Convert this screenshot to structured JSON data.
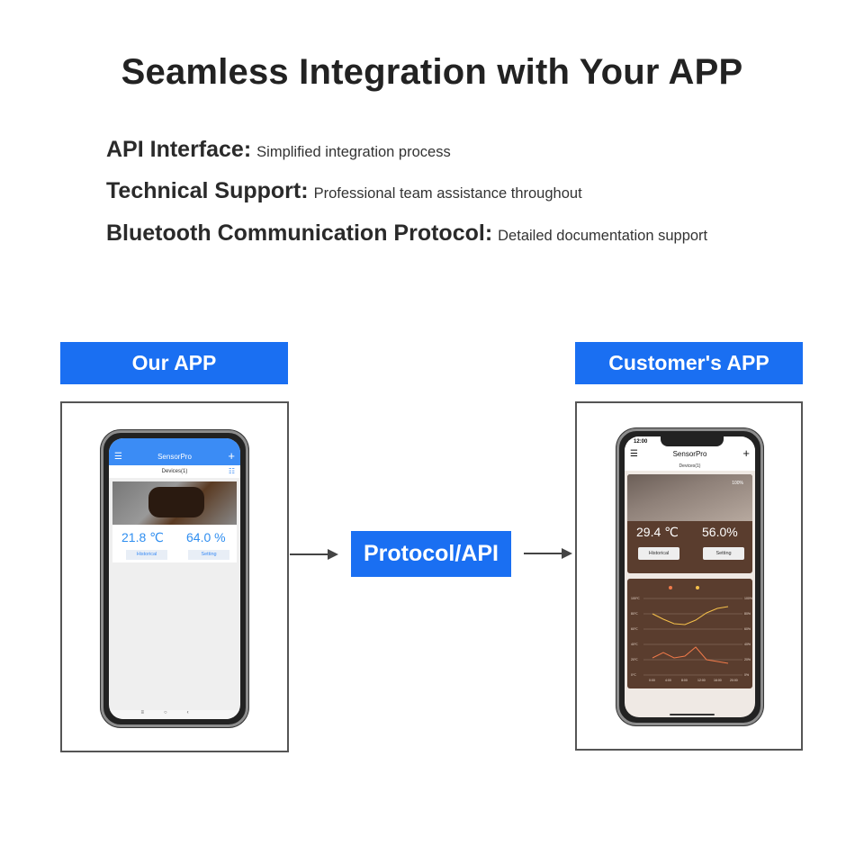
{
  "title": "Seamless Integration with Your APP",
  "features": [
    {
      "key": "API Interface:",
      "value": "Simplified integration process"
    },
    {
      "key": "Technical Support:",
      "value": "Professional team assistance throughout"
    },
    {
      "key": "Bluetooth Communication Protocol:",
      "value": "Detailed documentation support"
    }
  ],
  "labels": {
    "our_app": "Our APP",
    "customer_app": "Customer's APP",
    "protocol": "Protocol/API"
  },
  "our_app_screen": {
    "app_name": "SensorPro",
    "devices_label": "Devices(1)",
    "temperature": "21.8 ℃",
    "humidity": "64.0 %",
    "historical_button": "Historical",
    "setting_button": "Setting"
  },
  "customer_app_screen": {
    "time": "12:00",
    "app_name": "SensorPro",
    "devices_label": "Devices(1)",
    "battery": "100%",
    "temperature": "29.4 ℃",
    "humidity": "56.0%",
    "historical_button": "Historical",
    "setting_button": "Setting",
    "chart_x_ticks": [
      "0:00",
      "4:00",
      "8:00",
      "12:00",
      "16:00",
      "20:00"
    ],
    "chart_y_left": [
      "100℃",
      "80℃",
      "60℃",
      "40℃",
      "20℃",
      "0℃"
    ],
    "chart_y_right": [
      "100%",
      "80%",
      "60%",
      "40%",
      "20%",
      "0%"
    ]
  },
  "colors": {
    "accent_blue": "#1a6ff2",
    "our_app_blue": "#3b8cf5",
    "customer_brown": "#5a3d2e",
    "humidity_line": "#f5c04a",
    "temperature_line": "#f07a4a"
  }
}
